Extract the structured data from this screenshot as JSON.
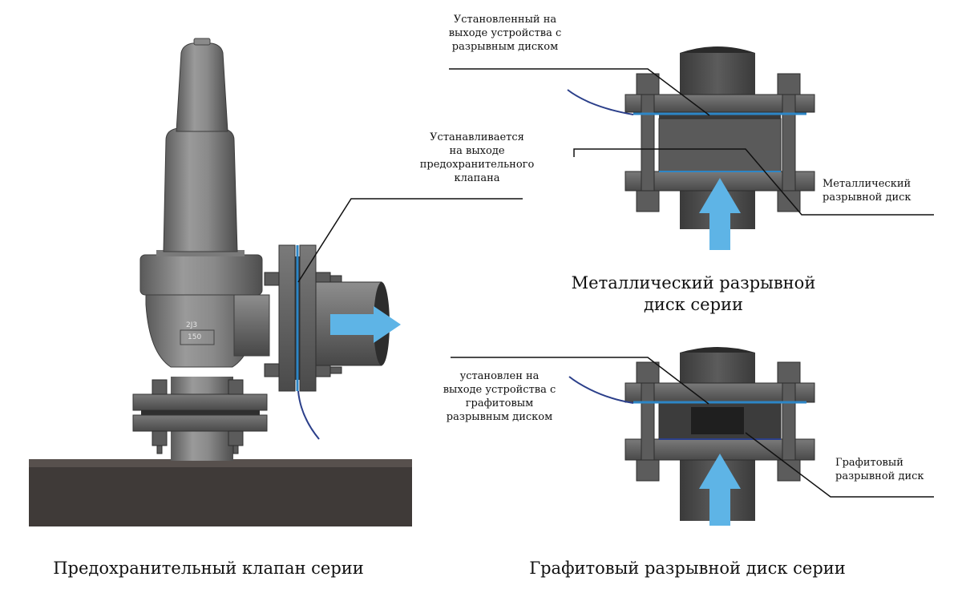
{
  "labels": {
    "metal_outlet": "Установленный на\nвыходе устройства с\nразрывным диском",
    "valve_outlet": "Устанавливается\nна выходе\nпредохранительного\nклапана",
    "metal_disc": "Металлический\nразрывной диск",
    "graphite_outlet": "установлен на\nвыходе устройства с\nграфитовым\nразрывным диском",
    "graphite_disc": "Графитовый\nразрывной диск"
  },
  "captions": {
    "metal_series": "Металлический разрывной\nдиск серии",
    "valve_series": "Предохранительный клапан серии",
    "graphite_series": "Графитовый разрывной диск серии"
  },
  "valve_markings": {
    "size": "2J3",
    "rating": "150"
  },
  "colors": {
    "steel_dark": "#4a4a4a",
    "steel_mid": "#6e6e6e",
    "steel_light": "#9a9a9a",
    "pipe_base": "#3f3a38",
    "flow_arrow": "#5eb4e6",
    "disc_line": "#2d86c6",
    "sensor_wire": "#2b3f8a",
    "leader_line": "#111111"
  },
  "icons": {
    "flow": "flow-arrow-icon"
  }
}
